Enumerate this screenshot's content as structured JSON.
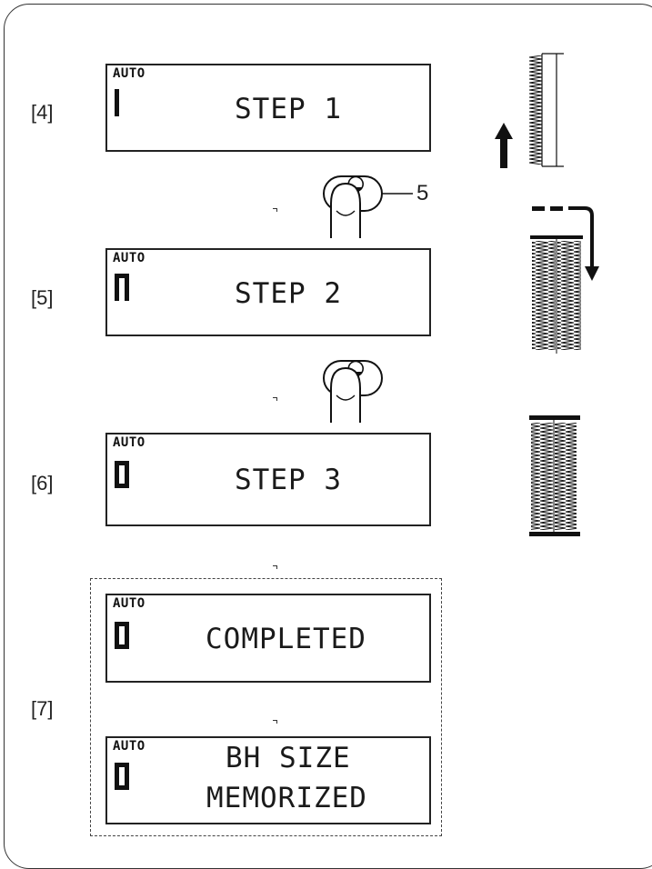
{
  "steps": [
    {
      "label": "[4]",
      "auto": "AUTO",
      "line1": "STEP 1"
    },
    {
      "label": "[5]",
      "auto": "AUTO",
      "line1": "STEP 2"
    },
    {
      "label": "[6]",
      "auto": "AUTO",
      "line1": "STEP 3"
    }
  ],
  "step7": {
    "label": "[7]",
    "completed": {
      "auto": "AUTO",
      "line1": "COMPLETED"
    },
    "memorized": {
      "auto": "AUTO",
      "line1": "BH SIZE",
      "line2": "MEMORIZED"
    }
  },
  "callout": "5",
  "icons": [
    "up-arrow-icon",
    "finger-press-icon",
    "return-arrow-icon",
    "buttonhole-stitch-icon"
  ]
}
